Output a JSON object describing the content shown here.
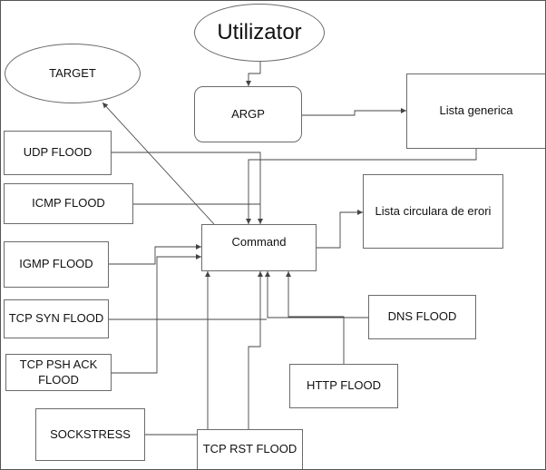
{
  "diagram": {
    "nodes": {
      "utilizator": "Utilizator",
      "target": "TARGET",
      "argp": "ARGP",
      "lista_generica": "Lista generica",
      "udp_flood": "UDP FLOOD",
      "icmp_flood": "ICMP FLOOD",
      "command": "Command",
      "lista_circulara": "Lista circulara de erori",
      "igmp_flood": "IGMP FLOOD",
      "tcp_syn_flood": "TCP SYN FLOOD",
      "dns_flood": "DNS FLOOD",
      "tcp_psh_ack_flood": "TCP PSH ACK FLOOD",
      "http_flood": "HTTP FLOOD",
      "sockstress": "SOCKSTRESS",
      "tcp_rst_flood": "TCP RST FLOOD"
    },
    "edges": [
      {
        "from": "utilizator",
        "to": "argp"
      },
      {
        "from": "argp",
        "to": "lista_generica"
      },
      {
        "from": "lista_generica",
        "to": "command"
      },
      {
        "from": "udp_flood",
        "to": "command"
      },
      {
        "from": "icmp_flood",
        "to": "command"
      },
      {
        "from": "command",
        "to": "target"
      },
      {
        "from": "command",
        "to": "lista_circulara"
      },
      {
        "from": "igmp_flood",
        "to": "command"
      },
      {
        "from": "tcp_psh_ack_flood",
        "to": "command"
      },
      {
        "from": "tcp_syn_flood",
        "to": "command"
      },
      {
        "from": "dns_flood",
        "to": "command"
      },
      {
        "from": "http_flood",
        "to": "command"
      },
      {
        "from": "tcp_rst_flood",
        "to": "command"
      },
      {
        "from": "sockstress",
        "to": "command"
      }
    ],
    "colors": {
      "line": "#444444",
      "border": "#6b6b6b"
    }
  }
}
